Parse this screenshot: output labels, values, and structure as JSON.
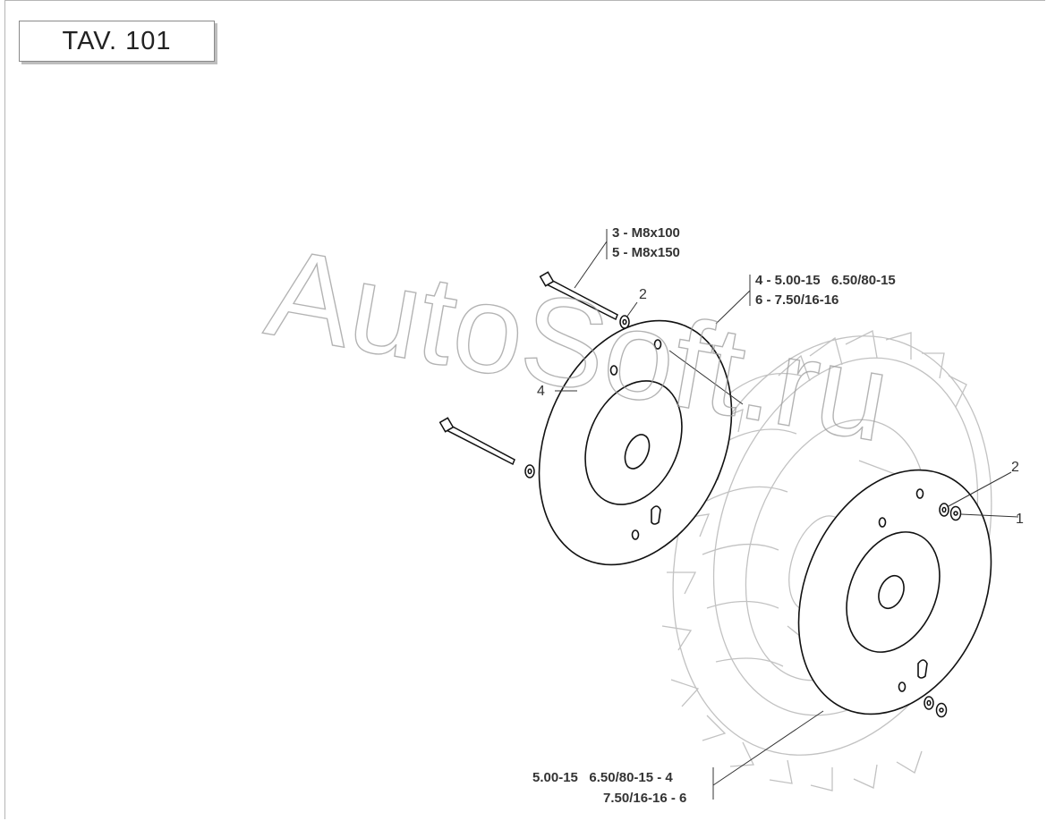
{
  "title_box": "TAV. 101",
  "watermark": "AutoSoft.ru",
  "callouts": {
    "bolt_label_1": "3 - M8x100",
    "bolt_label_2": "5 - M8x150",
    "disc_label_1": "4 - 5.00-15   6.50/80-15",
    "disc_label_2": "6 - 7.50/16-16",
    "bottom_label_1": "5.00-15   6.50/80-15 - 4",
    "bottom_label_2": "7.50/16-16 - 6",
    "num_2_top": "2",
    "num_4": "4",
    "num_2_right": "2",
    "num_1": "1"
  }
}
